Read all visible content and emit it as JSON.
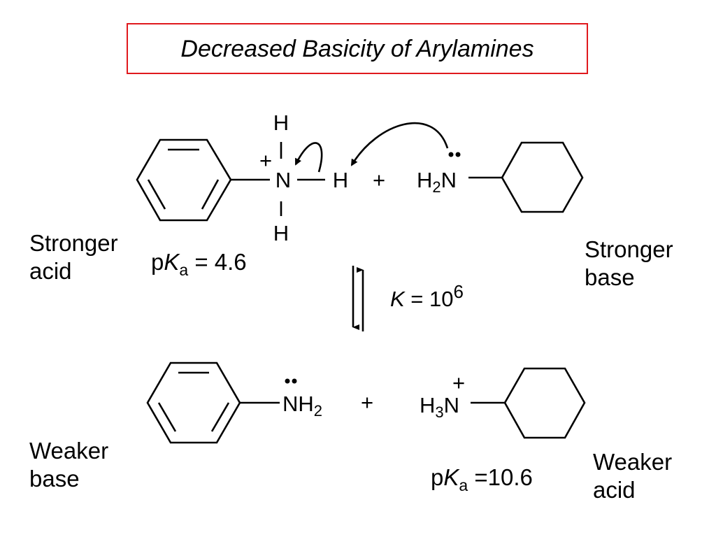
{
  "title": "Decreased Basicity of Arylamines",
  "top_reaction": {
    "anilinium": {
      "atoms": [
        "H",
        "N",
        "H",
        "H"
      ],
      "charge": "+"
    },
    "plus": "+",
    "cyclohexylamine": {
      "h": "H",
      "h_count": "2",
      "n": "N"
    }
  },
  "bottom_reaction": {
    "aniline": {
      "n": "N",
      "h": "H",
      "h_count": "2"
    },
    "plus": "+",
    "cyclohexylammonium": {
      "h": "H",
      "h_count": "3",
      "n": "N",
      "charge": "+"
    }
  },
  "equilibrium": {
    "k_symbol": "K",
    "k_text": " = 10",
    "k_exponent": "6"
  },
  "pka_top": {
    "p": "p",
    "k": "K",
    "sub": "a",
    "value": " = 4.6"
  },
  "pka_bottom": {
    "p": "p",
    "k": "K",
    "sub": "a",
    "value": " =10.6"
  },
  "labels": {
    "stronger_acid": [
      "Stronger",
      "acid"
    ],
    "stronger_base": [
      "Stronger",
      "base"
    ],
    "weaker_base": [
      "Weaker",
      "base"
    ],
    "weaker_acid": [
      "Weaker",
      "acid"
    ]
  },
  "colors": {
    "title_border": "#e0191d",
    "ink": "#000000"
  }
}
